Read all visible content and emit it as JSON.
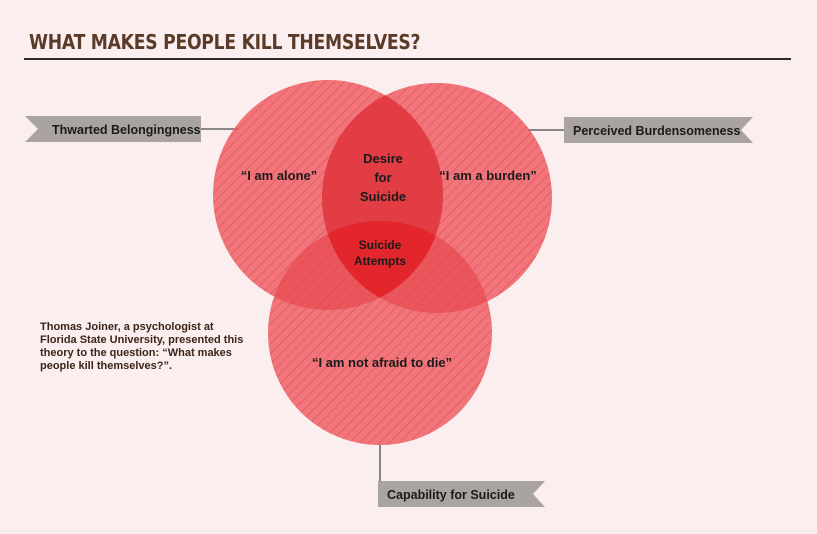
{
  "title": "WHAT MAKES PEOPLE KILL THEMSELVES?",
  "labels": {
    "left": "Thwarted Belongingness",
    "right": "Perceived Burdensomeness",
    "bottom": "Capability for Suicide"
  },
  "circles": {
    "left": "“I am alone”",
    "right": "“I am a burden”",
    "bottom": "“I am not afraid to die”"
  },
  "overlaps": {
    "desire": [
      "Desire",
      "for",
      "Suicide"
    ],
    "attempts": [
      "Suicide",
      "Attempts"
    ]
  },
  "caption": "Thomas Joiner, a psychologist at Florida State University, presented this theory to the question: “What makes people kill themselves?”.",
  "colors": {
    "background": "#fbeeee",
    "title": "#5a3a28",
    "circle_fill": "#ee5a60",
    "hatch": "#c93a42",
    "overlap_fill": "#e03a40",
    "center_fill": "#e2262c",
    "ribbon": "#aaa4a0",
    "connector": "#4a4a4a"
  }
}
